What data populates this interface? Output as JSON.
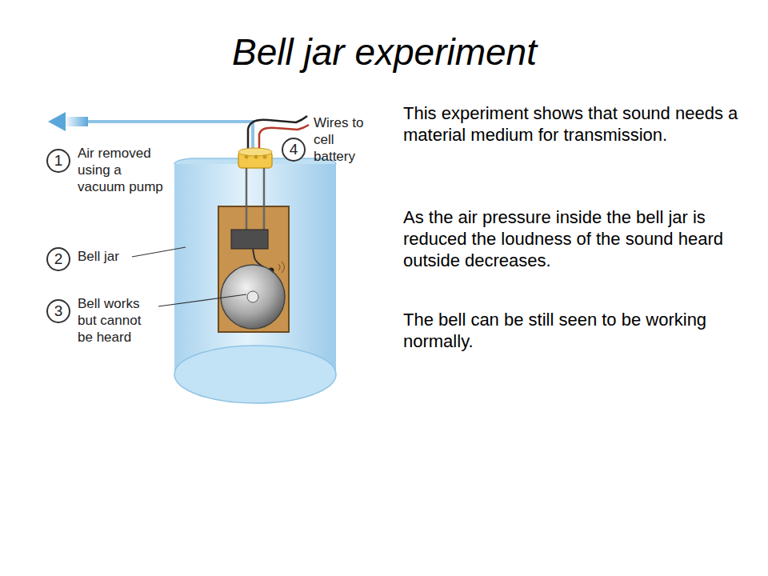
{
  "diagram": {
    "title": "Bell jar experiment",
    "labels": [
      "1",
      "Air removed using a vacuum pump",
      "2",
      "Bell jar",
      "3",
      "Bell works but cannot be heard",
      "4",
      "Wires to cell battery",
      "This experiment shows that sound needs a material medium for transmission.",
      "As the air pressure inside the bell jar is reduced the loudness of the sound heard outside decreases.",
      "The bell can be still seen to be working normally."
    ]
  }
}
